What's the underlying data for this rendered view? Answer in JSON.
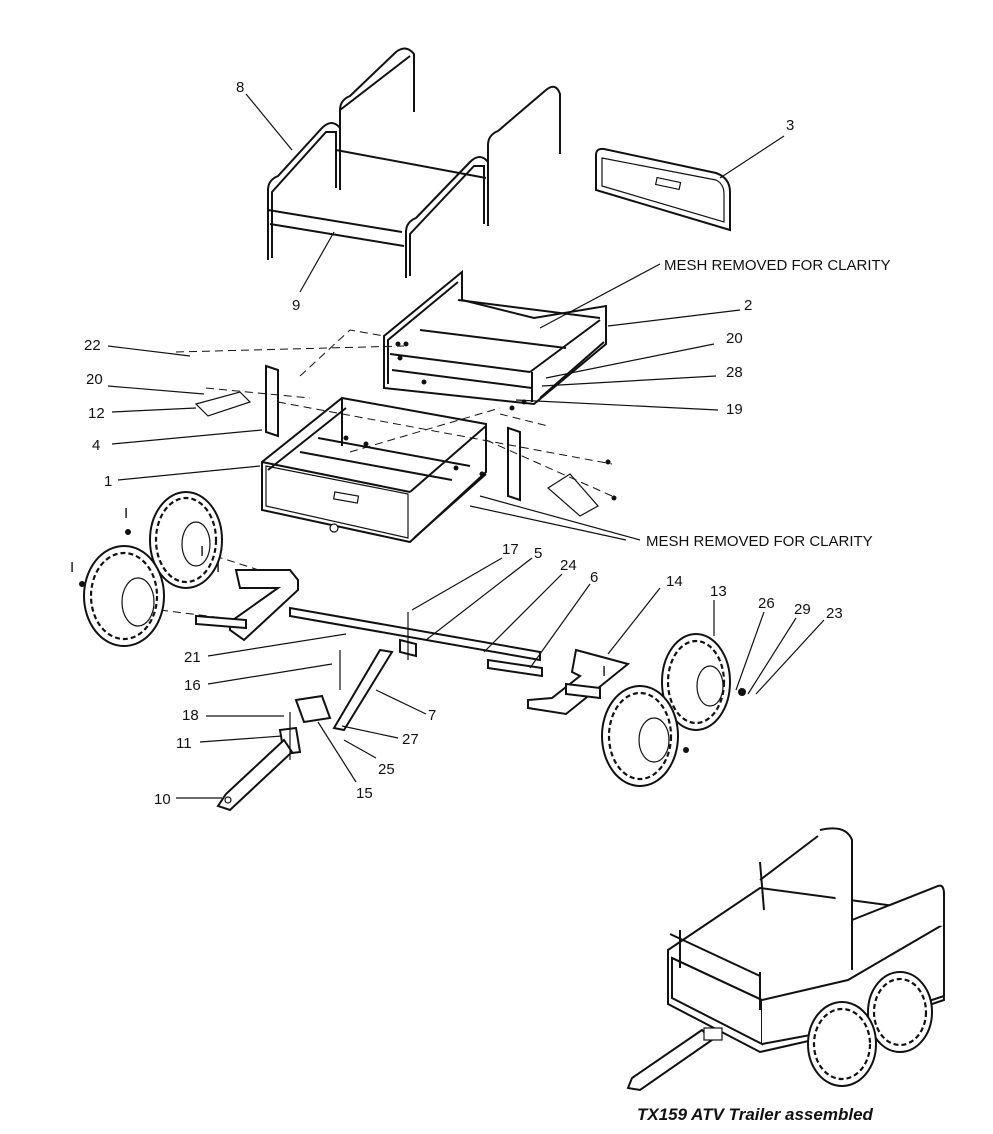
{
  "notes": {
    "mesh_top": "MESH REMOVED FOR CLARITY",
    "mesh_bottom": "MESH REMOVED FOR CLARITY"
  },
  "caption": "TX159 ATV Trailer assembled",
  "callouts": [
    "8",
    "3",
    "9",
    "2",
    "20",
    "28",
    "19",
    "22",
    "20",
    "12",
    "4",
    "1",
    "17",
    "5",
    "24",
    "6",
    "14",
    "13",
    "26",
    "29",
    "23",
    "21",
    "16",
    "7",
    "18",
    "11",
    "27",
    "25",
    "15",
    "10",
    "I",
    "I",
    "I",
    "I",
    "I"
  ]
}
